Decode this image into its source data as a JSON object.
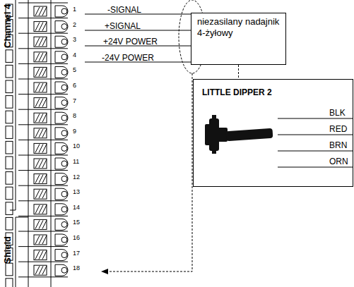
{
  "diagram": {
    "nodes": [
      {
        "text": [
          "niezasilany nadajnik 4-żyłowy"
        ]
      },
      {
        "text": [
          "LITTLE DIPPER 2"
        ]
      }
    ],
    "edges": [
      {
        "from": 0,
        "to": 1,
        "arrow": "none"
      }
    ],
    "labels": [
      "Channel 4",
      "Shield",
      "1",
      "2",
      "3",
      "4",
      "5",
      "6",
      "7",
      "8",
      "9",
      "10",
      "11",
      "12",
      "13",
      "14",
      "15",
      "16",
      "17",
      "18",
      "-SIGNAL",
      "+SIGNAL",
      "+24V POWER",
      "-24V POWER",
      "BLK",
      "RED",
      "BRN",
      "ORN"
    ]
  }
}
